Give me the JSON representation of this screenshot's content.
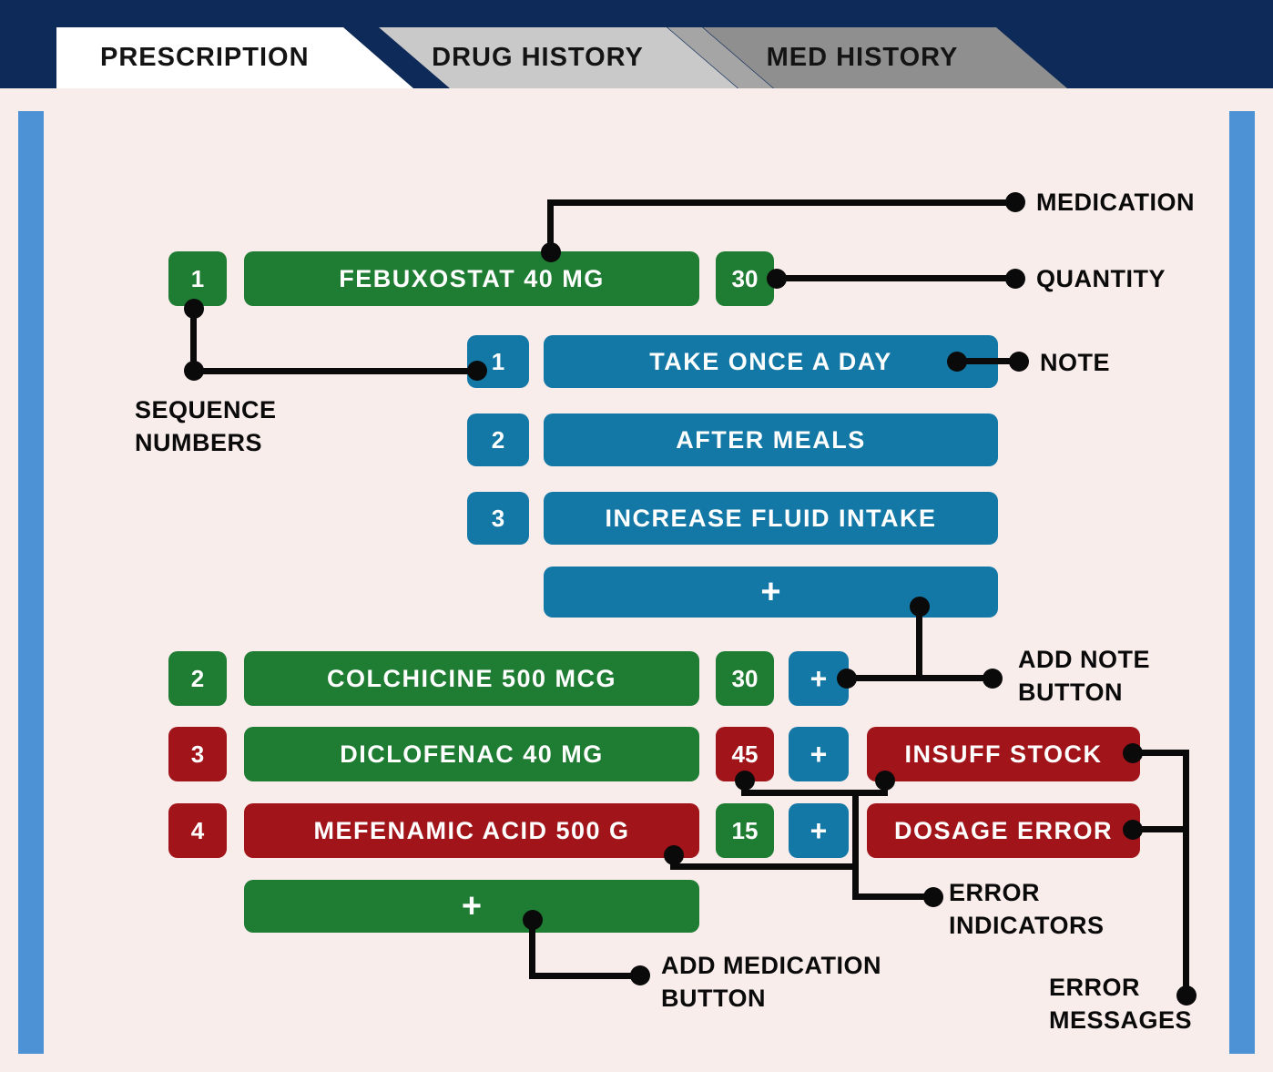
{
  "tabs": {
    "prescription": "PRESCRIPTION",
    "drug_history": "DRUG HISTORY",
    "med_history": "MED HISTORY"
  },
  "medications": [
    {
      "seq": "1",
      "seq_color": "green",
      "name": "FEBUXOSTAT 40 MG",
      "name_color": "green",
      "qty": "30",
      "qty_color": "green"
    },
    {
      "seq": "2",
      "seq_color": "green",
      "name": "COLCHICINE 500 MCG",
      "name_color": "green",
      "qty": "30",
      "qty_color": "green",
      "add_note": "+"
    },
    {
      "seq": "3",
      "seq_color": "red",
      "name": "DICLOFENAC 40 MG",
      "name_color": "green",
      "qty": "45",
      "qty_color": "red",
      "add_note": "+",
      "error": "INSUFF STOCK"
    },
    {
      "seq": "4",
      "seq_color": "red",
      "name": "MEFENAMIC ACID 500 G",
      "name_color": "red",
      "qty": "15",
      "qty_color": "green",
      "add_note": "+",
      "error": "DOSAGE ERROR"
    }
  ],
  "notes": [
    {
      "seq": "1",
      "text": "TAKE ONCE A DAY"
    },
    {
      "seq": "2",
      "text": "AFTER MEALS"
    },
    {
      "seq": "3",
      "text": "INCREASE FLUID INTAKE"
    }
  ],
  "buttons": {
    "add_note": "+",
    "add_medication": "+"
  },
  "annotations": {
    "medication": "MEDICATION",
    "quantity": "QUANTITY",
    "note": "NOTE",
    "sequence_numbers": "SEQUENCE NUMBERS",
    "add_note_button": "ADD NOTE BUTTON",
    "error_indicators": "ERROR INDICATORS",
    "add_medication_button": "ADD MEDICATION BUTTON",
    "error_messages": "ERROR MESSAGES"
  },
  "colors": {
    "navy": "#0e2a58",
    "background": "#f8edeb",
    "scrollbar_blue": "#4c92d4",
    "ok_green": "#1f7c33",
    "note_blue": "#1478a6",
    "error_red": "#a11419",
    "tab_active": "#ffffff",
    "tab_inactive_light": "#c9c9c9",
    "tab_inactive_dark": "#8f8f8f"
  }
}
